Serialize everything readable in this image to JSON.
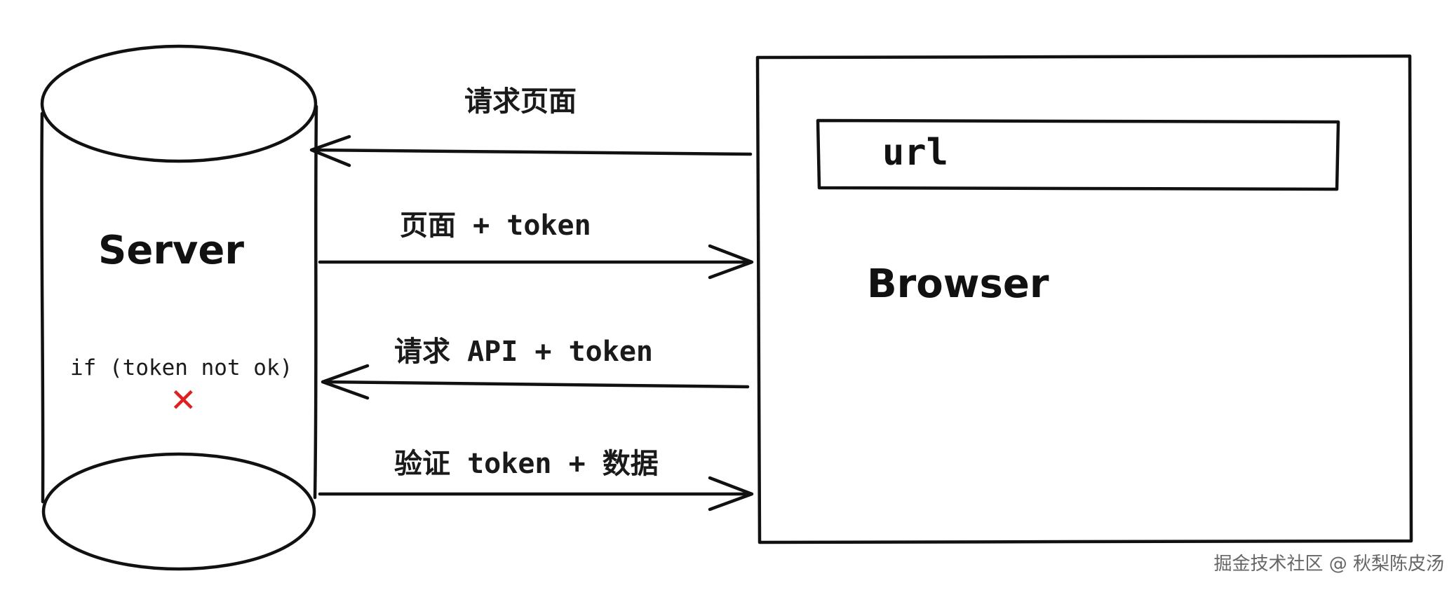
{
  "server": {
    "label": "Server",
    "condition": "if (token not ok)",
    "reject_mark": "✕",
    "reject_color": "#e02020"
  },
  "browser": {
    "label": "Browser",
    "address_bar": "url"
  },
  "arrows": [
    {
      "label": "请求页面",
      "direction": "to-server"
    },
    {
      "label": "页面 + token",
      "direction": "to-browser"
    },
    {
      "label": "请求 API + token",
      "direction": "to-server"
    },
    {
      "label": "验证 token + 数据",
      "direction": "to-browser"
    }
  ],
  "watermark": "掘金技术社区 @ 秋梨陈皮汤"
}
